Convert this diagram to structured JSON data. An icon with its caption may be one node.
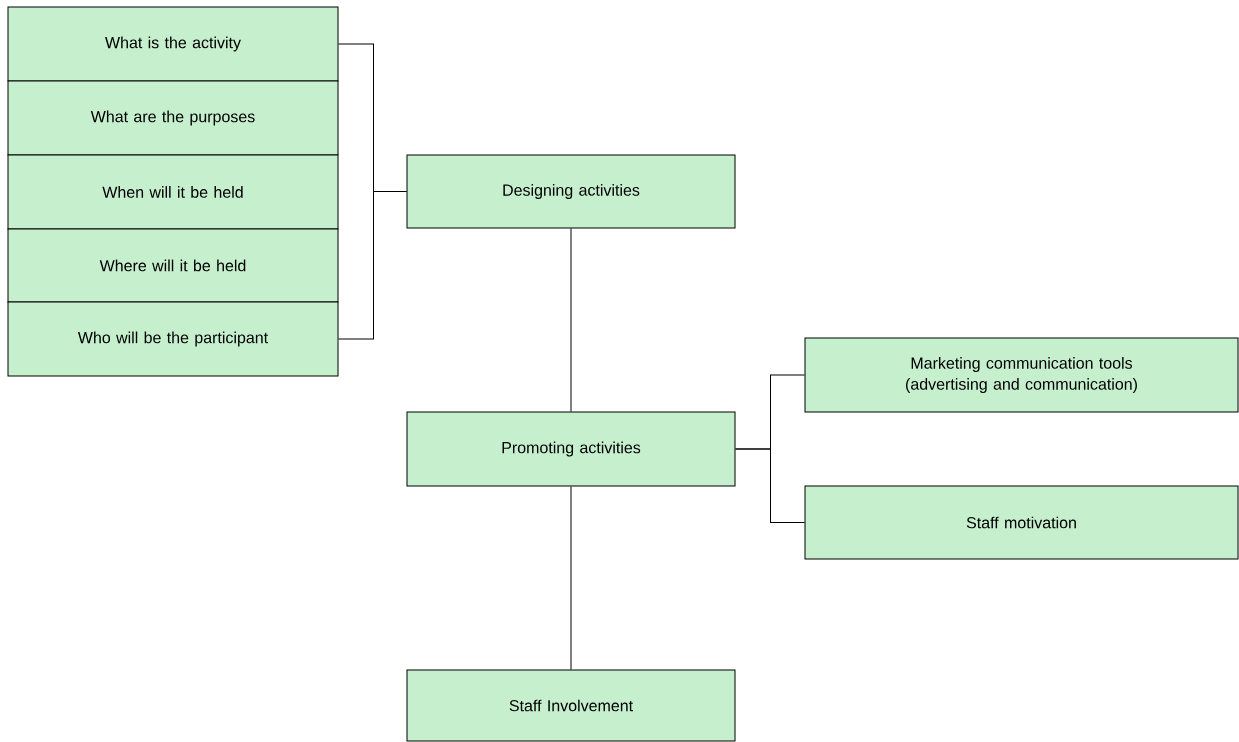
{
  "diagram": {
    "nodes": [
      {
        "text": [
          "What is the activity"
        ]
      },
      {
        "text": [
          "What are the purposes"
        ]
      },
      {
        "text": [
          "When will it be held"
        ]
      },
      {
        "text": [
          "Where will it be held"
        ]
      },
      {
        "text": [
          "Who will be the participant"
        ]
      },
      {
        "text": [
          "Designing activities"
        ]
      },
      {
        "text": [
          "Promoting activities"
        ]
      },
      {
        "text": [
          "Marketing communication tools (advertising and communication)"
        ]
      },
      {
        "text": [
          "Staff motivation"
        ]
      },
      {
        "text": [
          "Staff Involvement"
        ]
      }
    ],
    "edges": [
      {
        "from": 5,
        "to": 0,
        "arrow": "none"
      },
      {
        "from": 5,
        "to": 4,
        "arrow": "none"
      },
      {
        "from": 5,
        "to": 6,
        "arrow": "none"
      },
      {
        "from": 6,
        "to": 7,
        "arrow": "none"
      },
      {
        "from": 6,
        "to": 8,
        "arrow": "none"
      },
      {
        "from": 6,
        "to": 9,
        "arrow": "none"
      }
    ]
  }
}
